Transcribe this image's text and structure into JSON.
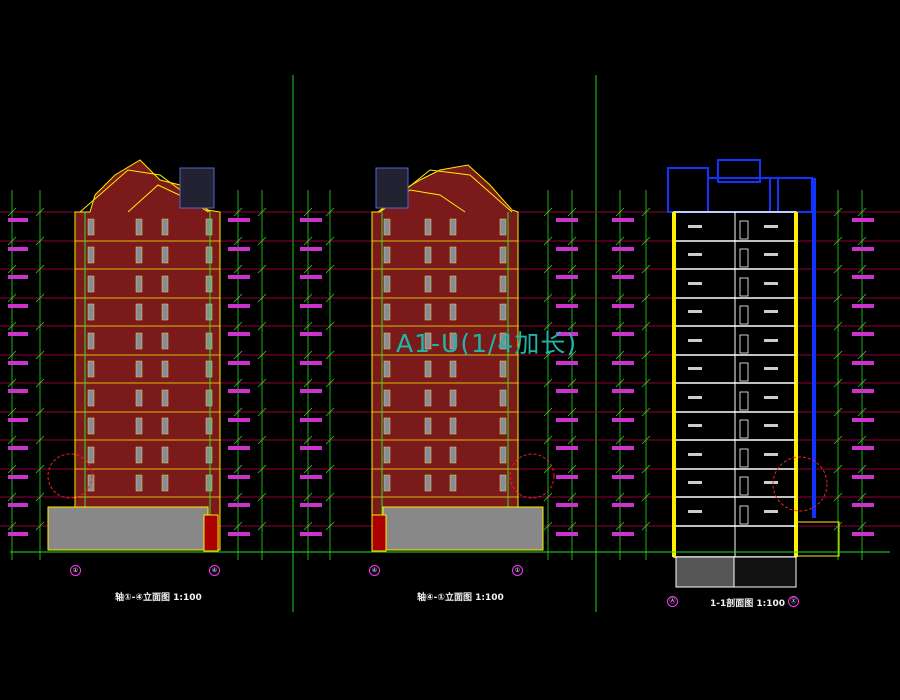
{
  "drawing": {
    "background": "#000000",
    "overlay_text": "A1-U(1/4加长)",
    "colors": {
      "facade": "#7a1a1a",
      "outline": "#ffee00",
      "gridline": "#d8005a",
      "dimension": "#22dd22",
      "section": "#ffffff",
      "roof_blue": "#1133ff",
      "watermark": "#1fb5a8"
    },
    "views": [
      {
        "id": "left-elevation",
        "caption": "轴①-④立面图  1:100",
        "axis_left": "①",
        "axis_right": "④"
      },
      {
        "id": "middle-elevation",
        "caption": "轴④-①立面图  1:100",
        "axis_left": "④",
        "axis_right": "①"
      },
      {
        "id": "section",
        "caption": "1-1剖面图  1:100",
        "axis_left": "Ⓐ",
        "axis_right": "Ⓧ"
      }
    ]
  }
}
